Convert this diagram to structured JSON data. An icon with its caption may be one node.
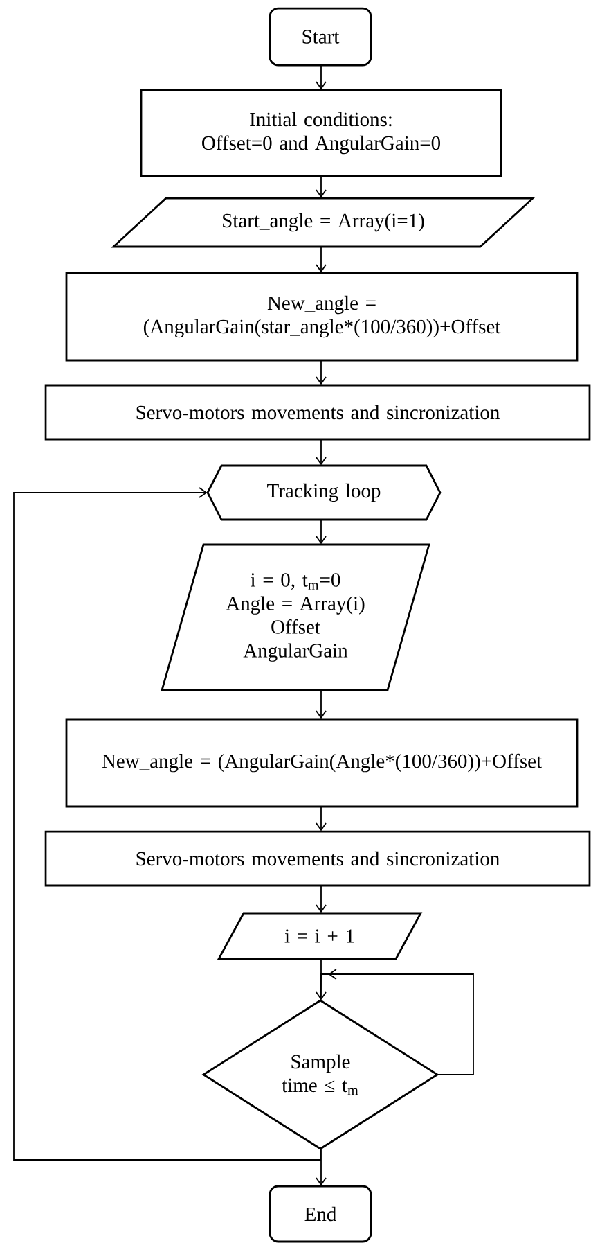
{
  "diagram": {
    "nodes": [
      {
        "text": [
          "Start"
        ]
      },
      {
        "text": [
          "Initial conditions:",
          "Offset=0 and AngularGain=0"
        ]
      },
      {
        "text": [
          "Start_angle = Array(i=1)"
        ]
      },
      {
        "text": [
          "New_angle = (AngularGain(star_angle*(100/360))+Offset"
        ]
      },
      {
        "text": [
          "Servo-motors movements and sincronization"
        ]
      },
      {
        "text": [
          "Tracking loop"
        ]
      },
      {
        "text": [
          "i = 0, t$_{m}$=0",
          "Angle = Array(i)",
          "Offset",
          "AngularGain"
        ]
      },
      {
        "text": [
          "New_angle = (AngularGain(Angle*(100/360))+Offset"
        ]
      },
      {
        "text": [
          "Servo-motors movements and sincronization"
        ]
      },
      {
        "text": [
          "i = i + 1"
        ]
      },
      {
        "text": [
          "Sample time ≤ t$_{m}$"
        ]
      },
      {
        "text": [
          "End"
        ]
      }
    ],
    "edges": [
      {
        "from": 0,
        "to": 1,
        "arrow": "to"
      },
      {
        "from": 1,
        "to": 2,
        "arrow": "to"
      },
      {
        "from": 2,
        "to": 3,
        "arrow": "to"
      },
      {
        "from": 3,
        "to": 4,
        "arrow": "to"
      },
      {
        "from": 4,
        "to": 5,
        "arrow": "to"
      },
      {
        "from": 5,
        "to": 6,
        "arrow": "to"
      },
      {
        "from": 6,
        "to": 7,
        "arrow": "to"
      },
      {
        "from": 7,
        "to": 8,
        "arrow": "to"
      },
      {
        "from": 8,
        "to": 9,
        "arrow": "to"
      },
      {
        "from": 9,
        "to": 10,
        "arrow": "to"
      },
      {
        "from": 10,
        "to": 10,
        "arrow": "to"
      },
      {
        "from": 10,
        "to": 11,
        "arrow": "to"
      },
      {
        "from": 10,
        "to": 5,
        "arrow": "to"
      }
    ]
  }
}
